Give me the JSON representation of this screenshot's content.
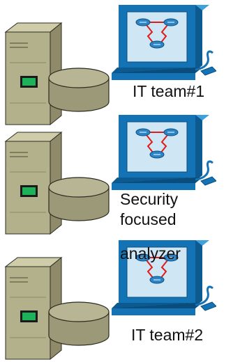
{
  "stations": [
    {
      "label": "IT team#1"
    },
    {
      "label_lines": [
        "Security",
        "focused",
        "analyzer"
      ]
    },
    {
      "label": "IT team#2"
    }
  ],
  "icons": {
    "server": "file-server-icon",
    "disk": "disk-storage-icon",
    "workstation": "network-management-workstation-icon"
  },
  "colors": {
    "server_body": "#b3b08c",
    "server_side": "#8f8b6a",
    "disk": "#a8a583",
    "screen_frame": "#1473b5",
    "screen_bg": "#cfe6f5",
    "indicator": "#1db15a",
    "link_red": "#e01b1b"
  }
}
